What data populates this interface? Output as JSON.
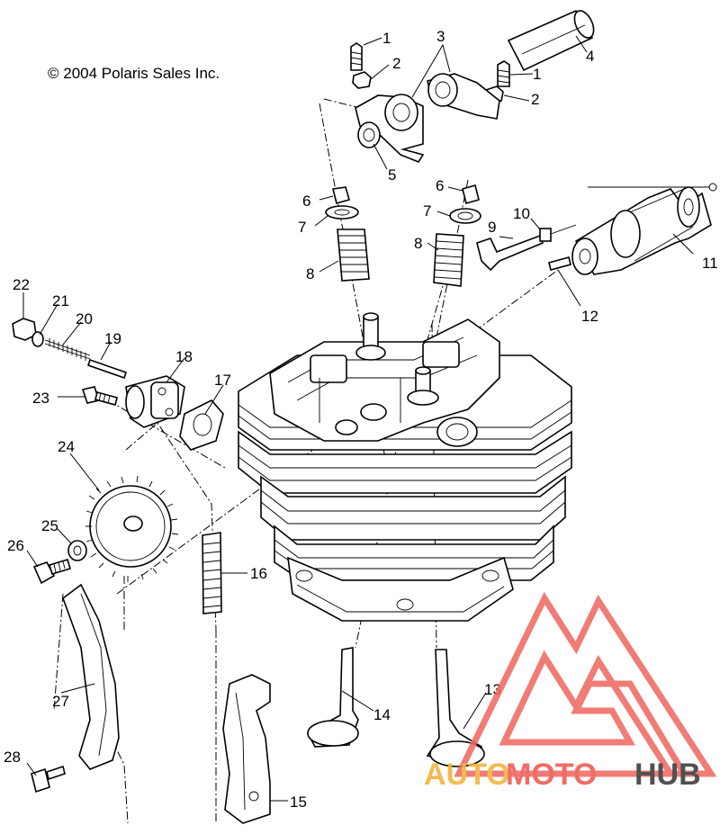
{
  "copyright": "© 2004 Polaris Sales Inc.",
  "watermark": {
    "word_a": "AUTO",
    "word_b": "MOTO",
    "word_c": "HUB",
    "color_a": "#f2b23a",
    "color_b": "#ee5a52",
    "color_c": "#3a3a3a",
    "logo_color": "#ee6a62"
  },
  "callouts": [
    "1",
    "1",
    "2",
    "2",
    "3",
    "4",
    "5",
    "6",
    "6",
    "7",
    "7",
    "8",
    "8",
    "9",
    "10",
    "11",
    "12",
    "13",
    "14",
    "15",
    "16",
    "17",
    "18",
    "19",
    "20",
    "21",
    "22",
    "23",
    "24",
    "25",
    "26",
    "27",
    "28"
  ]
}
